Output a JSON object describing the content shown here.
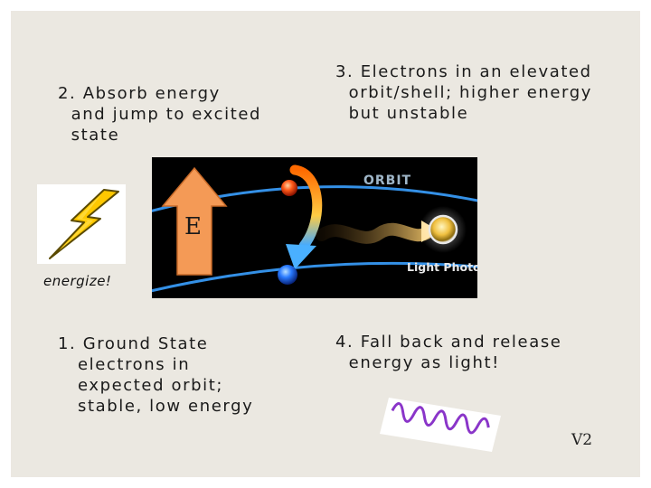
{
  "slide": {
    "step2": "2. Absorb energy\n  and jump to excited\n  state",
    "step3": "3. Electrons in an elevated\n  orbit/shell; higher energy\n  but unstable",
    "step1": "1. Ground State\n   electrons in\n   expected orbit;\n   stable, low energy",
    "step4": "4. Fall back and release\n  energy as light!",
    "energize_caption": "energize!",
    "version": "V2"
  },
  "diagram": {
    "orbit_label": "ORBIT",
    "photon_label": "Light Photon",
    "arrow_label": "E"
  },
  "colors": {
    "slide_background": "#ebe8e1",
    "orange_arrow": "#f49a56",
    "orbit_blue": "#3aa0ff",
    "electron_red": "#e8320f",
    "electron_blue": "#1a6bff",
    "bolt_yellow": "#ffc800",
    "wave_purple": "#8a35c9"
  },
  "icons": {
    "bolt": "lightning-bolt-icon",
    "wave": "light-wave-icon"
  }
}
